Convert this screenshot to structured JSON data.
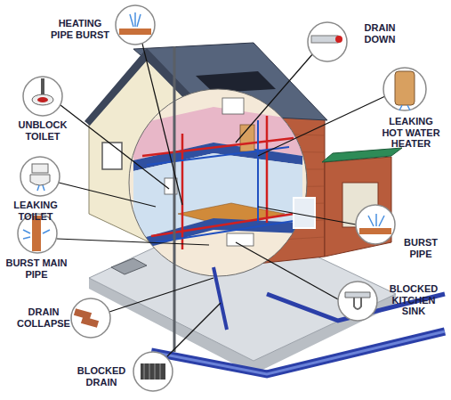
{
  "diagram": {
    "labels": [
      "HEATING PIPE BURST",
      "DRAIN DOWN",
      "UNBLOCK TOILET",
      "LEAKING HOT WATER HEATER",
      "LEAKING TOILET",
      "BURST PIPE",
      "BURST MAIN PIPE",
      "BLOCKED KITCHEN SINK",
      "DRAIN COLLAPSE",
      "BLOCKED DRAIN"
    ]
  }
}
